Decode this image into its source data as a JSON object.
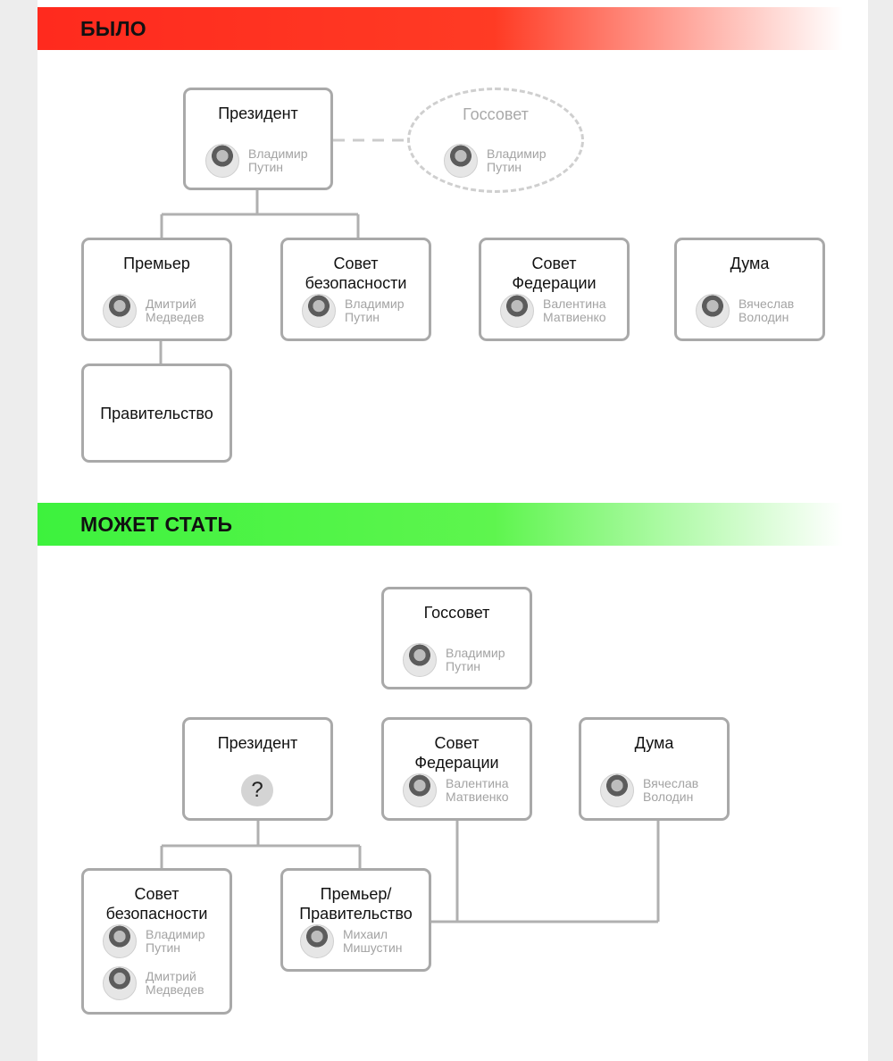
{
  "sections": {
    "before_label": "БЫЛО",
    "after_label": "МОЖЕТ СТАТЬ"
  },
  "colors": {
    "before_banner": "#ff2a1e",
    "after_banner": "#3df23d",
    "box_border": "#a9a9a9",
    "connector": "#b0b0b0"
  },
  "before": {
    "president": {
      "title": "Президент",
      "first": "Владимир",
      "last": "Путин"
    },
    "gossovet": {
      "title": "Госсовет",
      "first": "Владимир",
      "last": "Путин"
    },
    "premier": {
      "title": "Премьер",
      "first": "Дмитрий",
      "last": "Медведев"
    },
    "security_council": {
      "title_line1": "Совет",
      "title_line2": "безопасности",
      "first": "Владимир",
      "last": "Путин"
    },
    "federation_council": {
      "title_line1": "Совет",
      "title_line2": "Федерации",
      "first": "Валентина",
      "last": "Матвиенко"
    },
    "duma": {
      "title": "Дума",
      "first": "Вячеслав",
      "last": "Володин"
    },
    "government": {
      "title": "Правительство"
    }
  },
  "after": {
    "gossovet": {
      "title": "Госсовет",
      "first": "Владимир",
      "last": "Путин"
    },
    "president": {
      "title": "Президент",
      "unknown": "?"
    },
    "federation_council": {
      "title_line1": "Совет",
      "title_line2": "Федерации",
      "first": "Валентина",
      "last": "Матвиенко"
    },
    "duma": {
      "title": "Дума",
      "first": "Вячеслав",
      "last": "Володин"
    },
    "security_council": {
      "title_line1": "Совет",
      "title_line2": "безопасности",
      "first": "Владимир",
      "last": "Путин",
      "first2": "Дмитрий",
      "last2": "Медведев"
    },
    "premier_government": {
      "title_line1": "Премьер/",
      "title_line2": "Правительство",
      "first": "Михаил",
      "last": "Мишустин"
    }
  }
}
